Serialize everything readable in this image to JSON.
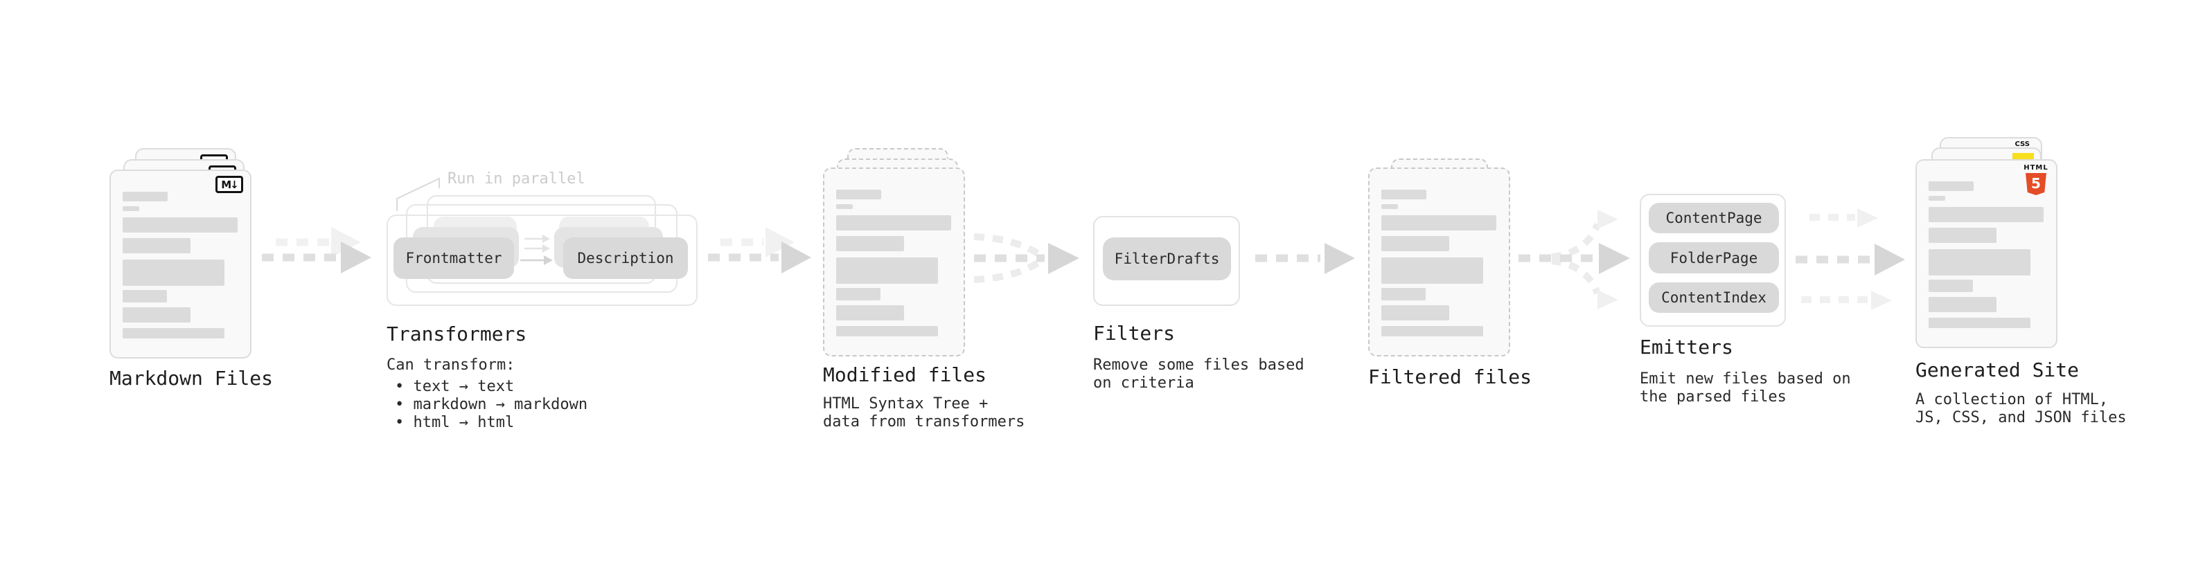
{
  "pipeline": {
    "markdown_files": {
      "label": "Markdown Files",
      "badge": "M↓"
    },
    "transformers": {
      "annotation": "Run in parallel",
      "chips": [
        "Frontmatter",
        "Description"
      ],
      "label": "Transformers",
      "note_title": "Can transform:",
      "bullets": [
        "• text → text",
        "• markdown → markdown",
        "• html → html"
      ]
    },
    "modified_files": {
      "label": "Modified files",
      "note": "HTML Syntax Tree +\ndata from transformers"
    },
    "filters": {
      "chips": [
        "FilterDrafts"
      ],
      "label": "Filters",
      "note": "Remove some files based\non criteria"
    },
    "filtered_files": {
      "label": "Filtered files"
    },
    "emitters": {
      "chips": [
        "ContentPage",
        "FolderPage",
        "ContentIndex"
      ],
      "label": "Emitters",
      "note": "Emit new files based on\nthe parsed files"
    },
    "generated_site": {
      "label": "Generated Site",
      "note": "A collection of HTML,\nJS, CSS, and JSON files",
      "css_badge": "CSS",
      "html5_word": "HTML",
      "html5_number": "5"
    },
    "colors": {
      "html5_orange": "#e44d26",
      "js_yellow": "#f7df1e",
      "css_blue": "#2965f1",
      "arrow_gray": "#d6d6d6",
      "arrow_light_gray": "#f0f0f0",
      "text": "#222222"
    }
  }
}
